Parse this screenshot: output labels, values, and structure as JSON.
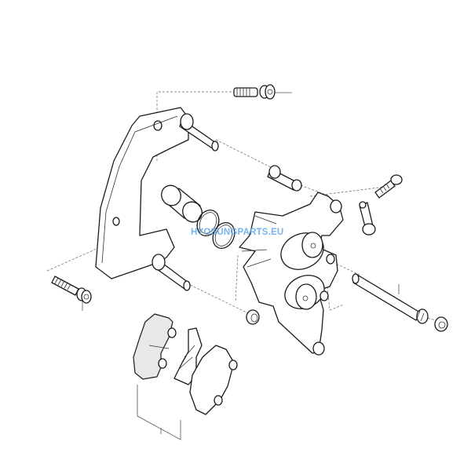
{
  "diagram": {
    "type": "exploded-parts-diagram",
    "subject": "brake caliper assembly",
    "watermark": {
      "text": "HYOSUNGPARTS.EU",
      "color": "#5fa8e8"
    },
    "line_color": "#1a1a1a",
    "background": "#ffffff",
    "parts": [
      {
        "id": "bracket-bolt-top",
        "name": "Bracket bolt (top)"
      },
      {
        "id": "caliper-bracket",
        "name": "Caliper mounting bracket with guide pins"
      },
      {
        "id": "bracket-bolt-left",
        "name": "Bracket bolt (left)"
      },
      {
        "id": "piston",
        "name": "Caliper piston"
      },
      {
        "id": "seal-rings",
        "name": "Piston seal rings"
      },
      {
        "id": "pin-boot",
        "name": "Slide pin boot"
      },
      {
        "id": "caliper-body",
        "name": "Twin-piston caliper body"
      },
      {
        "id": "bleed-screw",
        "name": "Bleed screw"
      },
      {
        "id": "bleed-cap",
        "name": "Bleed screw cap"
      },
      {
        "id": "pad-pin",
        "name": "Pad retaining pin"
      },
      {
        "id": "pin-plug",
        "name": "Pin plug"
      },
      {
        "id": "lower-boot",
        "name": "Lower boot"
      },
      {
        "id": "brake-pad-inner",
        "name": "Brake pad (inner)"
      },
      {
        "id": "pad-spring",
        "name": "Pad spring"
      },
      {
        "id": "brake-pad-outer",
        "name": "Brake pad (outer)"
      }
    ]
  }
}
